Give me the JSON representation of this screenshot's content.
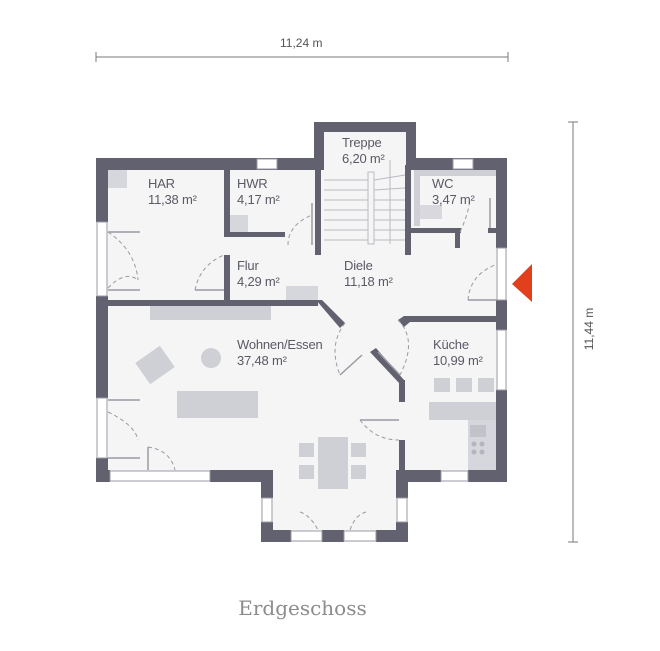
{
  "plan": {
    "floor_name": "Erdgeschoss",
    "dimensions": {
      "width": "11,24 m",
      "depth": "11,44 m"
    },
    "rooms": [
      {
        "name": "Treppe",
        "area": "6,20 m²"
      },
      {
        "name": "HAR",
        "area": "11,38 m²"
      },
      {
        "name": "HWR",
        "area": "4,17 m²"
      },
      {
        "name": "WC",
        "area": "3,47 m²"
      },
      {
        "name": "Flur",
        "area": "4,29 m²"
      },
      {
        "name": "Diele",
        "area": "11,18 m²"
      },
      {
        "name": "Wohnen/Essen",
        "area": "37,48 m²"
      },
      {
        "name": "Küche",
        "area": "10,99 m²"
      }
    ],
    "entrance_marker": "entrance-arrow",
    "colors": {
      "wall": "#62616f",
      "floor": "#f5f5f6",
      "furniture": "#cfd0d6",
      "entrance": "#e2401c",
      "dimension_line": "#7a7a7a",
      "caption": "#8c8c8c"
    }
  }
}
